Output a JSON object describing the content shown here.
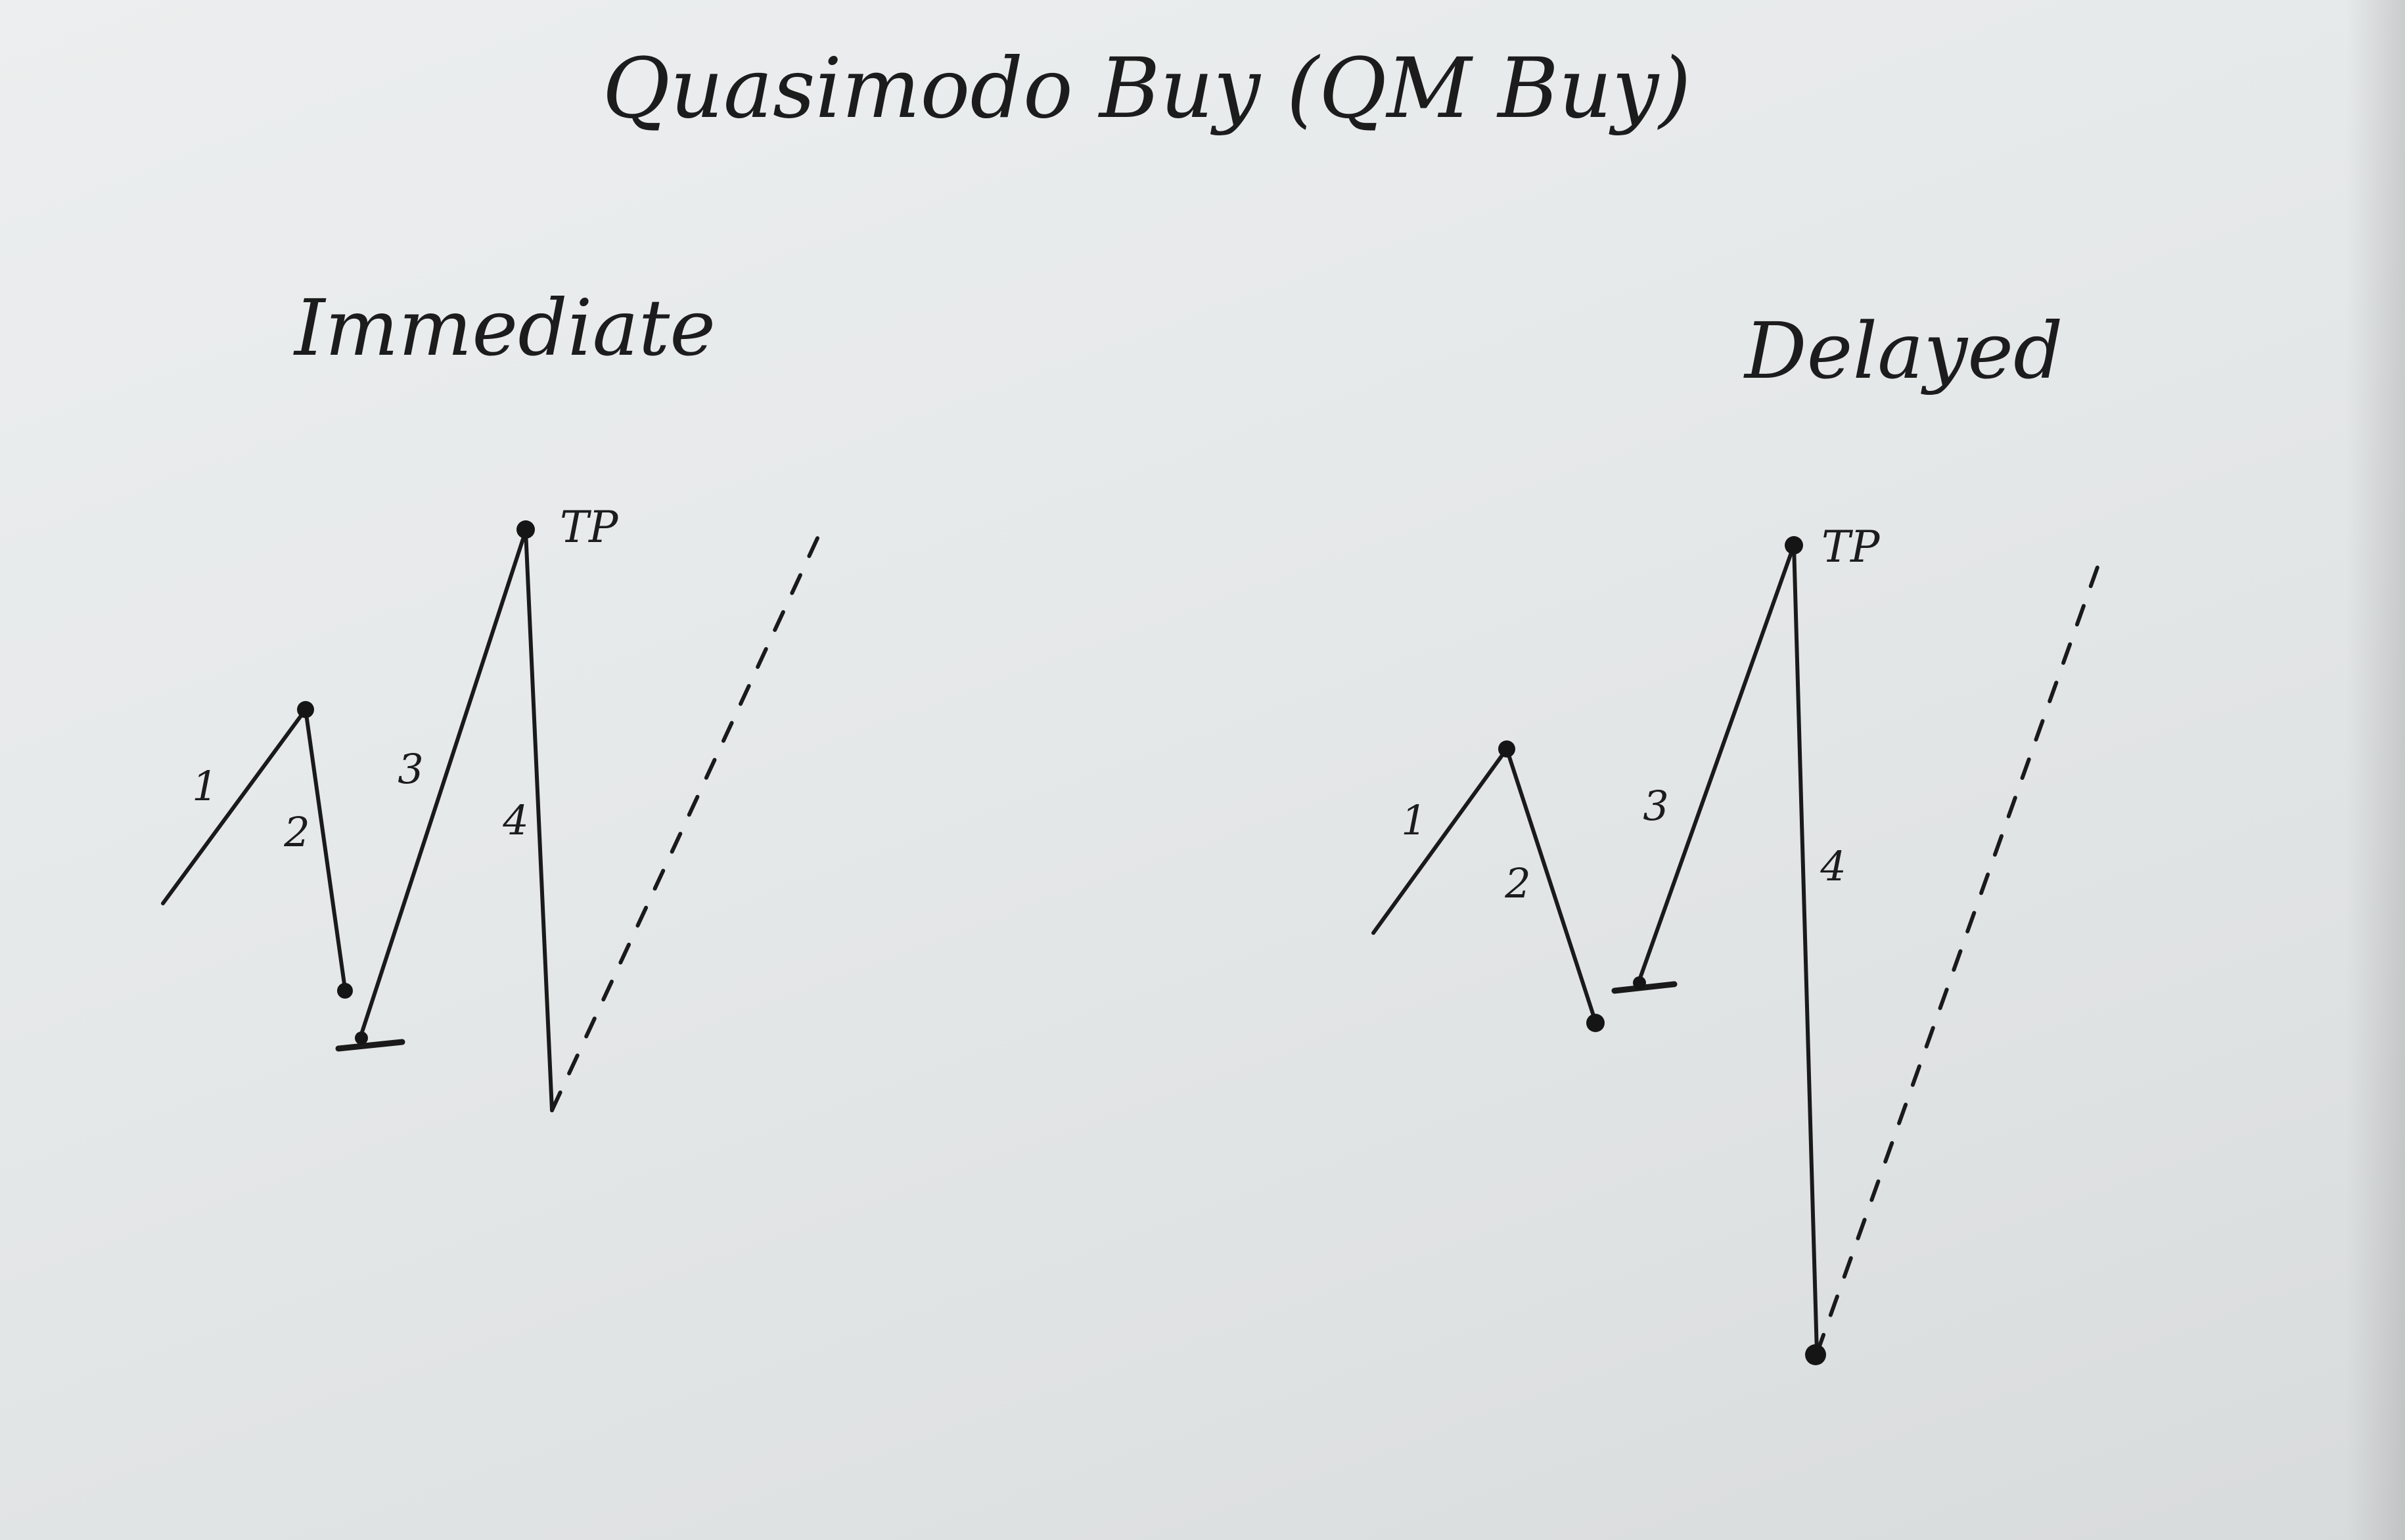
{
  "title": "Quasimodo Buy  (QM Buy)",
  "diagrams": [
    {
      "id": "immediate",
      "heading": "Immediate",
      "legs": [
        {
          "label": "1"
        },
        {
          "label": "2"
        },
        {
          "label": "3"
        },
        {
          "label": "4"
        }
      ],
      "target_label": "TP"
    },
    {
      "id": "delayed",
      "heading": "Delayed",
      "legs": [
        {
          "label": "1"
        },
        {
          "label": "2"
        },
        {
          "label": "3"
        },
        {
          "label": "4"
        }
      ],
      "target_label": "TP"
    }
  ]
}
